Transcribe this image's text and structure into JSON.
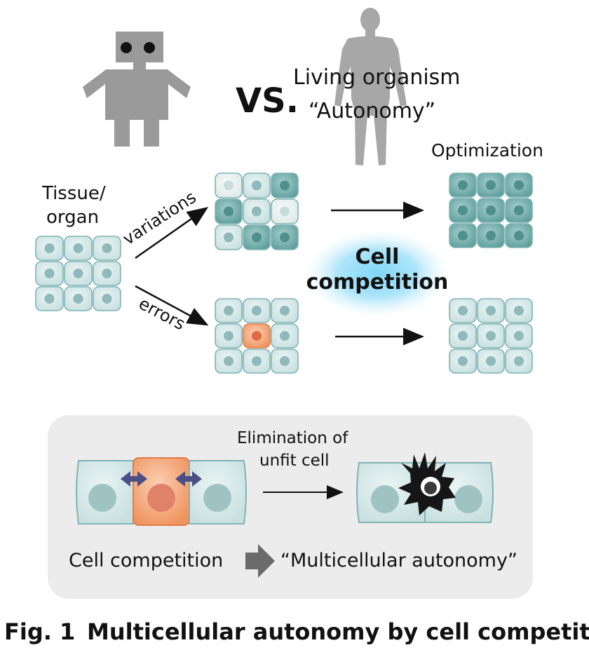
{
  "top": {
    "vs_label": "VS.",
    "organism_line1": "Living organism",
    "organism_line2": "“Autonomy”"
  },
  "labels": {
    "optimization": "Optimization",
    "tissue_line1": "Tissue/",
    "tissue_line2": "organ",
    "variations": "variations",
    "errors": "errors",
    "competition_line1": "Cell",
    "competition_line2": "competition"
  },
  "panel": {
    "elimination_line1": "Elimination of",
    "elimination_line2": "unfit cell",
    "left_text": "Cell competition",
    "right_text": "“Multicellular autonomy”"
  },
  "caption": {
    "fig_label": "Fig. 1",
    "text": "Multicellular autonomy by cell competition"
  },
  "colors": {
    "robot": "#9a9a9a",
    "human": "#a7a7a7",
    "cell_fill": "#d9ebeb",
    "cell_stroke": "#7fb3b4",
    "nucleus": "#8fb9ba",
    "dark_cell": "#6fa9a8",
    "loser_cell": "#f08a5c",
    "glow": "#5ec6ee",
    "panel_bg": "#ececec",
    "arrow_purple": "#4b4f86"
  }
}
